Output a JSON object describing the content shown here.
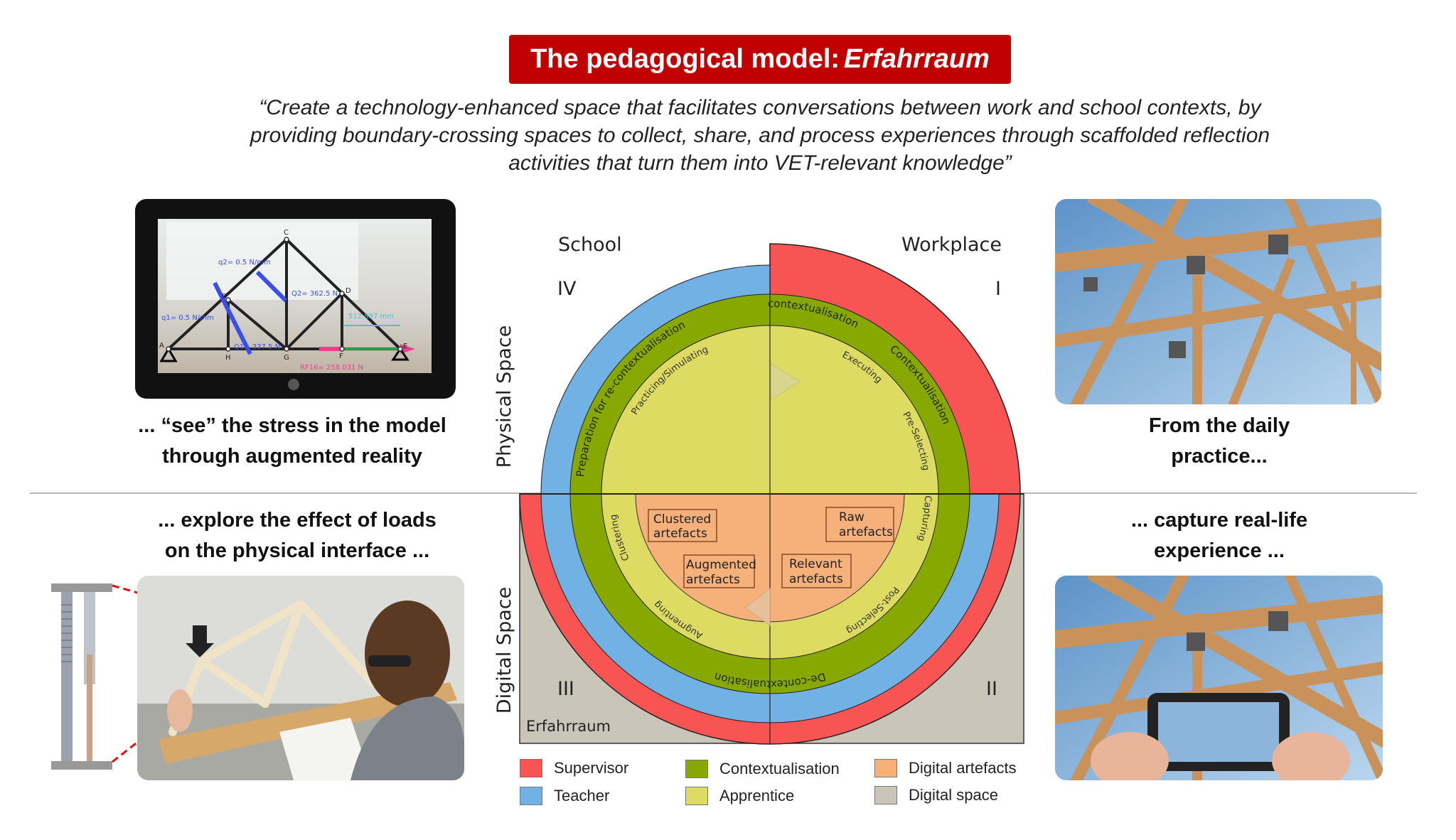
{
  "title": {
    "prefix": "The pedagogical model:",
    "emphasis": "Erfahrraum"
  },
  "quote": {
    "lines": [
      "“Create a technology-enhanced space that facilitates conversations between work and school contexts, by",
      "providing boundary-crossing spaces to collect, share, and process experiences through scaffolded reflection",
      "activities that turn them into VET-relevant knowledge”"
    ]
  },
  "captions": {
    "top_left": [
      "... “see” the stress in  the model",
      "through augmented reality"
    ],
    "top_right": [
      "From the daily",
      "practice..."
    ],
    "bottom_left": [
      "... explore the effect of loads",
      "on the physical interface ..."
    ],
    "bottom_right": [
      "... capture real-life",
      "experience ..."
    ]
  },
  "tablet": {
    "nodes": [
      "A",
      "B",
      "C",
      "D",
      "E",
      "F",
      "G",
      "H"
    ],
    "q1": "q1= 0.5 N/mm",
    "q2": "q2= 0.5 N/mm",
    "Q1": "Q1= 337.5 N",
    "Q2": "Q2= 362.5 N",
    "dimension": "512.897 mm",
    "reaction": "RF16= 258.031 N"
  },
  "diagram": {
    "axis_labels": {
      "school": "School",
      "workplace": "Workplace",
      "physical": "Physical Space",
      "digital": "Digital Space"
    },
    "quadrants": {
      "q1": "I",
      "q2": "II",
      "q3": "III",
      "q4": "IV"
    },
    "space_label": "Erfahrraum",
    "outer_ring": [
      "Re-contextualisation",
      "Contextualisation",
      "De-contextualisation",
      "Preparation for re-contextualisation"
    ],
    "inner_ring": [
      "Practicing/Simulating",
      "Executing",
      "Pre-Selecting",
      "Capturing",
      "Post-Selecting",
      "Augmenting",
      "Clustering"
    ],
    "boxes": [
      {
        "line1": "Clustered",
        "line2": "artefacts"
      },
      {
        "line1": "Raw",
        "line2": "artefacts"
      },
      {
        "line1": "Augmented",
        "line2": "artefacts"
      },
      {
        "line1": "Relevant",
        "line2": "artefacts"
      }
    ]
  },
  "legend": [
    {
      "label": "Supervisor",
      "color": "#f85454"
    },
    {
      "label": "Teacher",
      "color": "#71b1e3"
    },
    {
      "label": "Contextualisation",
      "color": "#86a800"
    },
    {
      "label": "Apprentice",
      "color": "#dedb62"
    },
    {
      "label": "Digital artefacts",
      "color": "#f6b07a"
    },
    {
      "label": "Digital space",
      "color": "#c9c5b8"
    }
  ]
}
